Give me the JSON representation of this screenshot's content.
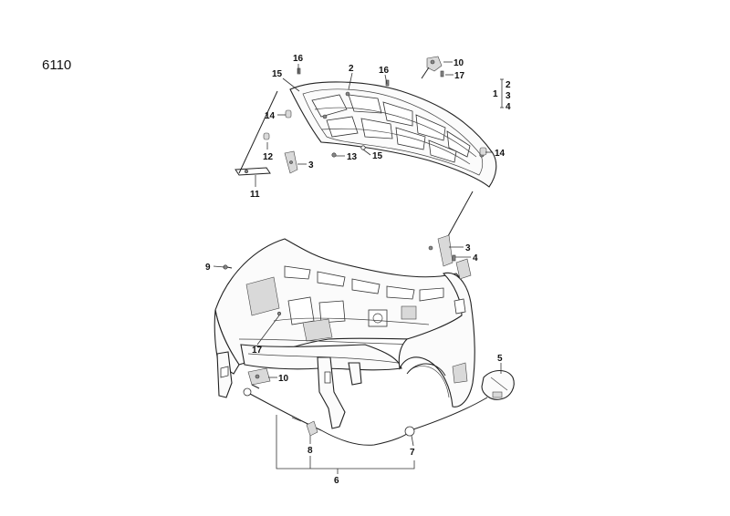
{
  "page_code": "6110",
  "group": {
    "parent": "1",
    "children": [
      "2",
      "3",
      "4"
    ]
  },
  "callouts": {
    "c16a": "16",
    "c2": "2",
    "c16b": "16",
    "c10a": "10",
    "c17a": "17",
    "c15a": "15",
    "c14a": "14",
    "c12": "12",
    "c3a": "3",
    "c13": "13",
    "c15b": "15",
    "c14b": "14",
    "c11": "11",
    "c3b": "3",
    "c4": "4",
    "c9": "9",
    "c17b": "17",
    "c10b": "10",
    "c5": "5",
    "c8": "8",
    "c7": "7",
    "c6": "6"
  }
}
